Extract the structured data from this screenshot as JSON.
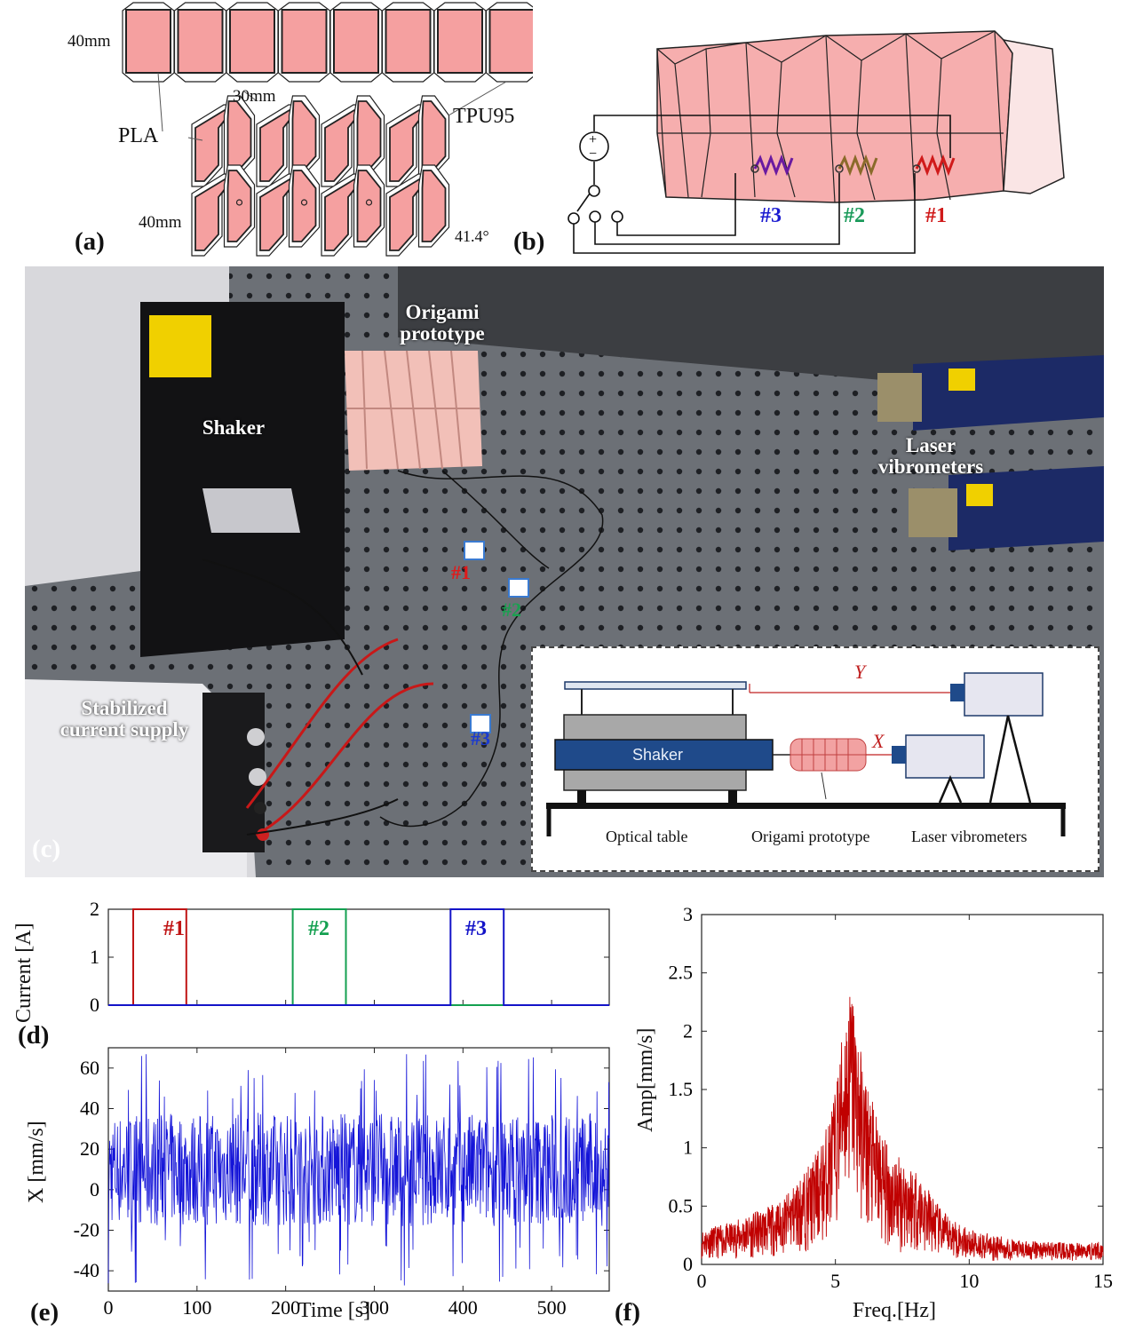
{
  "panels": {
    "a": "(a)",
    "b": "(b)",
    "c": "(c)",
    "d": "(d)",
    "e": "(e)",
    "f": "(f)"
  },
  "panel_a": {
    "dim_width_top": "40mm",
    "dim_mid": "30mm",
    "dim_width_bottom": "40mm",
    "material_rigid": "PLA",
    "material_soft": "TPU95",
    "angle": "41.4°",
    "colors": {
      "fill": "#f5a0a0",
      "stroke": "#222222"
    }
  },
  "panel_b": {
    "spring_labels": [
      "#3",
      "#2",
      "#1"
    ],
    "spring_colors": [
      "#1a1ad0",
      "#1a9a5a",
      "#d01a1a"
    ],
    "switch_plus": "+",
    "switch_minus": "−"
  },
  "panel_c": {
    "labels": {
      "origami": "Origami\nprototype",
      "shaker": "Shaker",
      "laser": "Laser\nvibrometers",
      "supply": "Stabilized\ncurrent supply",
      "tag1": "#1",
      "tag2": "#2",
      "tag3": "#3"
    },
    "tag_colors": {
      "tag1": "#e01a1a",
      "tag2": "#1aa050",
      "tag3": "#1a3ad0"
    },
    "inset": {
      "y_label": "Y",
      "x_label": "X",
      "shaker": "Shaker",
      "table": "Optical table",
      "origami": "Origami prototype",
      "laser": "Laser vibrometers",
      "colors": {
        "shaker": "#1f4a8a",
        "body": "#a8a8a8",
        "laser": "#e8e8f0",
        "beam": "#c02020"
      }
    }
  },
  "chart_data": [
    {
      "type": "line",
      "panel": "d",
      "ylabel": "Current [A]",
      "xlim": [
        0,
        565
      ],
      "ylim": [
        0,
        2
      ],
      "yticks": [
        0,
        1,
        2
      ],
      "series": [
        {
          "name": "#1",
          "color": "#c01414",
          "x": [
            0,
            28,
            28,
            88,
            88,
            565
          ],
          "y": [
            0,
            0,
            2,
            2,
            0,
            0
          ]
        },
        {
          "name": "#2",
          "color": "#14a050",
          "x": [
            0,
            208,
            208,
            268,
            268,
            565
          ],
          "y": [
            0,
            0,
            2,
            2,
            0,
            0
          ]
        },
        {
          "name": "#3",
          "color": "#1414c8",
          "x": [
            0,
            386,
            386,
            446,
            446,
            565
          ],
          "y": [
            0,
            0,
            2,
            2,
            0,
            0
          ]
        }
      ]
    },
    {
      "type": "line",
      "panel": "e",
      "xlabel": "Time [s]",
      "ylabel": "X [mm/s]",
      "xlim": [
        0,
        565
      ],
      "ylim": [
        -50,
        70
      ],
      "xticks": [
        0,
        100,
        200,
        300,
        400,
        500
      ],
      "yticks": [
        -40,
        -20,
        0,
        20,
        40,
        60
      ],
      "color": "#1414d8",
      "signal": {
        "mean": 10,
        "band_low": -18,
        "band_high": 38,
        "peak_max": 67,
        "peak_min": -48
      }
    },
    {
      "type": "line",
      "panel": "f",
      "xlabel": "Freq.[Hz]",
      "ylabel": "Amp[mm/s]",
      "xlim": [
        0,
        15
      ],
      "ylim": [
        0,
        3
      ],
      "xticks": [
        0,
        5,
        10,
        15
      ],
      "yticks": [
        0,
        0.5,
        1,
        1.5,
        2,
        2.5,
        3
      ],
      "color": "#c00000",
      "envelope": {
        "f": [
          0,
          1,
          2,
          3,
          4,
          4.5,
          5,
          5.3,
          5.6,
          6,
          6.5,
          7,
          8,
          9,
          10,
          11,
          12,
          13,
          14,
          15
        ],
        "upper": [
          0.3,
          0.35,
          0.45,
          0.55,
          0.85,
          1.05,
          1.5,
          2.1,
          2.45,
          1.75,
          1.3,
          1.0,
          0.85,
          0.45,
          0.3,
          0.25,
          0.2,
          0.2,
          0.18,
          0.2
        ],
        "lower": [
          0.05,
          0.05,
          0.05,
          0.08,
          0.1,
          0.15,
          0.3,
          0.5,
          0.6,
          0.35,
          0.15,
          0.1,
          0.08,
          0.05,
          0.04,
          0.03,
          0.03,
          0.03,
          0.03,
          0.03
        ]
      }
    }
  ]
}
